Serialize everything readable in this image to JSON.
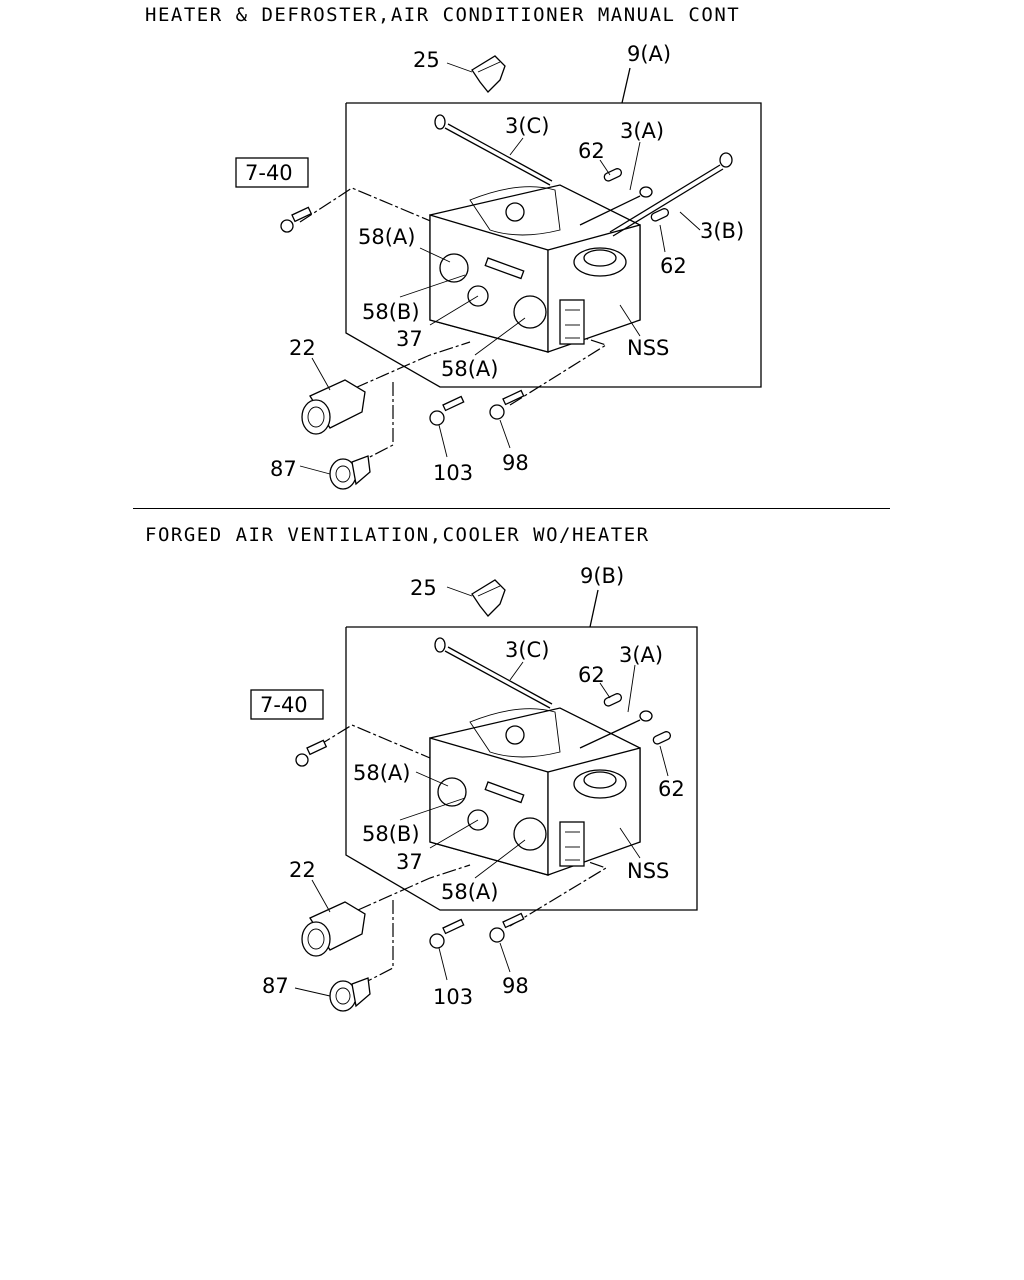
{
  "sections": [
    {
      "title": "HEATER & DEFROSTER,AIR CONDITIONER MANUAL CONT",
      "assembly_label": "9(A)",
      "ref_box": "7-40",
      "callouts": {
        "p25": "25",
        "p3c": "3(C)",
        "p3a": "3(A)",
        "p3b": "3(B)",
        "p62a": "62",
        "p62b": "62",
        "p58a_top": "58(A)",
        "p58b": "58(B)",
        "p37": "37",
        "p58a_bot": "58(A)",
        "nss": "NSS",
        "p22": "22",
        "p87": "87",
        "p103": "103",
        "p98": "98"
      }
    },
    {
      "title": "FORGED AIR VENTILATION,COOLER WO/HEATER",
      "assembly_label": "9(B)",
      "ref_box": "7-40",
      "callouts": {
        "p25": "25",
        "p3c": "3(C)",
        "p3a": "3(A)",
        "p62a": "62",
        "p62b": "62",
        "p58a_top": "58(A)",
        "p58b": "58(B)",
        "p37": "37",
        "p58a_bot": "58(A)",
        "nss": "NSS",
        "p22": "22",
        "p87": "87",
        "p103": "103",
        "p98": "98"
      }
    }
  ]
}
